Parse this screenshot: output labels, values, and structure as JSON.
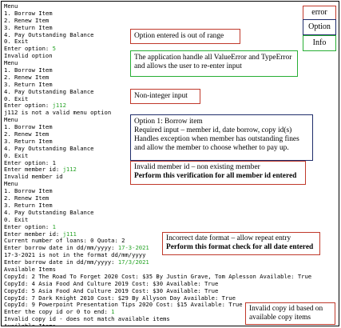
{
  "console_lines": [
    [
      "Menu"
    ],
    [
      "1. Borrow Item"
    ],
    [
      "2. Renew Item"
    ],
    [
      "3. Return Item"
    ],
    [
      "4. Pay Outstanding Balance"
    ],
    [
      "0. Exit"
    ],
    [
      "Enter option: ",
      "5"
    ],
    [
      "Invalid option"
    ],
    [
      "Menu"
    ],
    [
      "1. Borrow Item"
    ],
    [
      "2. Renew Item"
    ],
    [
      "3. Return Item"
    ],
    [
      "4. Pay Outstanding Balance"
    ],
    [
      "0. Exit"
    ],
    [
      "Enter option: ",
      "j112"
    ],
    [
      "j112 is not a valid menu option"
    ],
    [
      "Menu"
    ],
    [
      "1. Borrow Item"
    ],
    [
      "2. Renew Item"
    ],
    [
      "3. Return Item"
    ],
    [
      "4. Pay Outstanding Balance"
    ],
    [
      "0. Exit"
    ],
    [
      "Enter option: 1"
    ],
    [
      "Enter member id: ",
      "j112"
    ],
    [
      "Invalid member id"
    ],
    [
      "Menu"
    ],
    [
      "1. Borrow Item"
    ],
    [
      "2. Renew Item"
    ],
    [
      "3. Return Item"
    ],
    [
      "4. Pay Outstanding Balance"
    ],
    [
      "0. Exit"
    ],
    [
      "Enter option: ",
      "1"
    ],
    [
      "Enter member id: ",
      "j111"
    ],
    [
      "Current number of loans: 0 Quota: 2"
    ],
    [
      "Enter borrow date in dd/mm/yyyy: ",
      "17-3-2021"
    ],
    [
      "17-3-2021 is not in the format dd/mm/yyyy"
    ],
    [
      "Enter borrow date in dd/mm/yyyy: ",
      "17/3/2021"
    ],
    [
      "Available Items"
    ],
    [
      "CopyId: 2 The Road To Forget 2020 Cost: $35 By Justin Grave, Tom Aplesson Available: True"
    ],
    [
      "CopyId: 4 Asia Food And Culture 2019 Cost: $30 Available: True"
    ],
    [
      "CopyId: 5 Asia Food And Culture 2019 Cost: $30 Available: True"
    ],
    [
      "CopyId: 7 Dark Knight 2010 Cost: $29 By Allyson Day Available: True"
    ],
    [
      "CopyId: 9 Powerpoint Presentation Tips 2020 Cost: $15 Available: True"
    ],
    [
      "Enter the copy id or 0 to end: ",
      "1"
    ],
    [
      "Invalid copy id - does not match available items"
    ],
    [
      "Available Items"
    ]
  ],
  "annotations": {
    "out_of_range": "Option entered is out of range",
    "value_error": "The application handle all ValueError and TypeError and allows the user to re-enter input",
    "non_integer": "Non-integer input",
    "borrow": {
      "title": "Option 1: Borrow item",
      "line1": "Required input – member id, date borrow, copy id(s)",
      "line2": "Handles exception when member has outstanding fines and allow the member to choose whether to pay up."
    },
    "invalid_member": {
      "line1": "Invalid member id – non existing member",
      "line2": "Perform this verification for all member id entered"
    },
    "date_format": {
      "line1": "Incorrect date format – allow repeat entry",
      "line2": "Perform this format check for all date entered"
    },
    "invalid_copy": "Invalid copy id based on available copy items"
  },
  "legend": {
    "error": "error",
    "option": "Option",
    "info": "Info"
  },
  "colors": {
    "error": "#c0392b",
    "option": "#1f2d6b",
    "info": "#27ae34",
    "user_input": "#28a428"
  }
}
